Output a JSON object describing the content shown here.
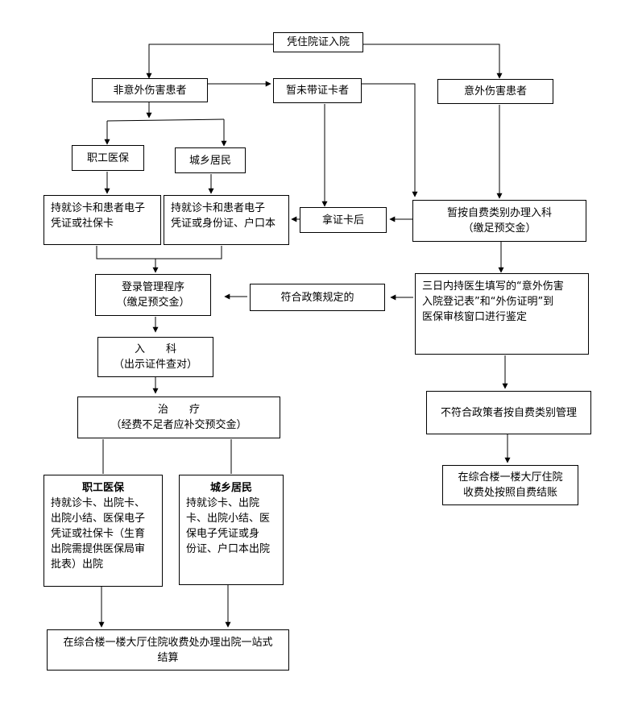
{
  "nodes": {
    "start": "凭住院证入院",
    "non_accident": "非意外伤害患者",
    "no_card": "暂未带证卡者",
    "accident": "意外伤害患者",
    "employee_ins": "职工医保",
    "urban_rural": "城乡居民",
    "employee_docs": [
      "持就诊卡和患者电子",
      "凭证或社保卡"
    ],
    "urban_docs": [
      "持就诊卡和患者电子",
      "凭证或身份证、户口本"
    ],
    "after_card": "拿证卡后",
    "self_pay_admit": [
      "暂按自费类别办理入科",
      "（缴足预交金）"
    ],
    "register": [
      "登录管理程序",
      "（缴足预交金）"
    ],
    "policy_compliant": "符合政策规定的",
    "three_days": [
      "三日内持医生填写的“意外伤害",
      "入院登记表”和“外伤证明”到",
      "医保审核窗口进行鉴定"
    ],
    "admit_dept": [
      "入　　科",
      "（出示证件查对）"
    ],
    "treatment": [
      "治　　疗",
      "（经费不足者应补交预交金）"
    ],
    "non_compliant": "不符合政策者按自费类别管理",
    "self_settle": [
      "在综合楼一楼大厅住院",
      "收费处按照自费结账"
    ],
    "employee_discharge_title": "职工医保",
    "employee_discharge": [
      "持就诊卡、出院卡、",
      "出院小结、医保电子",
      "凭证或社保卡（生育",
      "出院需提供医保局审",
      "批表）出院"
    ],
    "urban_discharge_title": "城乡居民",
    "urban_discharge": [
      "持就诊卡、出院",
      "卡、出院小结、医",
      "保电子凭证或身",
      "份证、户口本出院"
    ],
    "final_settle": [
      "在综合楼一楼大厅住院收费处办理出院一站式",
      "结算"
    ]
  }
}
